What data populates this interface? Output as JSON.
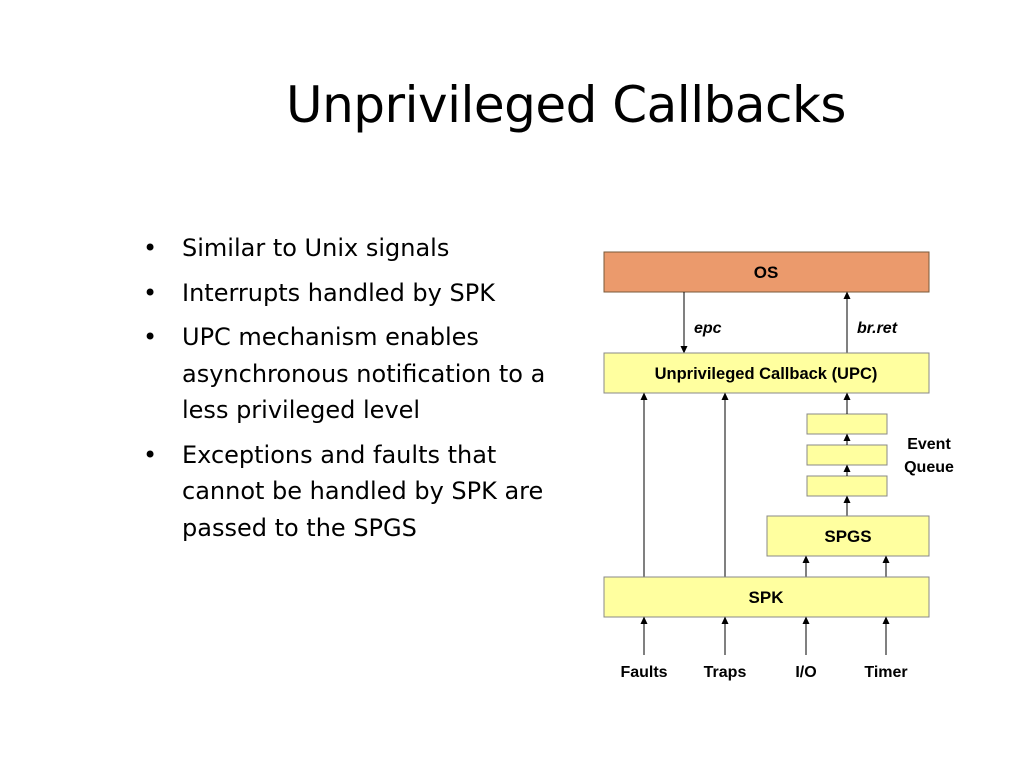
{
  "slide": {
    "title": "Unprivileged Callbacks",
    "bullets": [
      "Similar to Unix signals",
      "Interrupts handled by SPK",
      "UPC mechanism enables asynchronous notification to a less privileged level",
      "Exceptions and faults that cannot be handled by SPK are passed to the SPGS"
    ],
    "bullet_glyph": "•"
  },
  "diagram": {
    "colors": {
      "os_fill": "#eb9a6c",
      "box_fill": "#ffff9f",
      "stroke": "#000000"
    },
    "os_label": "OS",
    "upc_label": "Unprivileged Callback (UPC)",
    "spgs_label": "SPGS",
    "spk_label": "SPK",
    "epc_label": "epc",
    "brret_label": "br.ret",
    "event_queue_line1": "Event",
    "event_queue_line2": "Queue",
    "inputs": [
      "Faults",
      "Traps",
      "I/O",
      "Timer"
    ]
  }
}
